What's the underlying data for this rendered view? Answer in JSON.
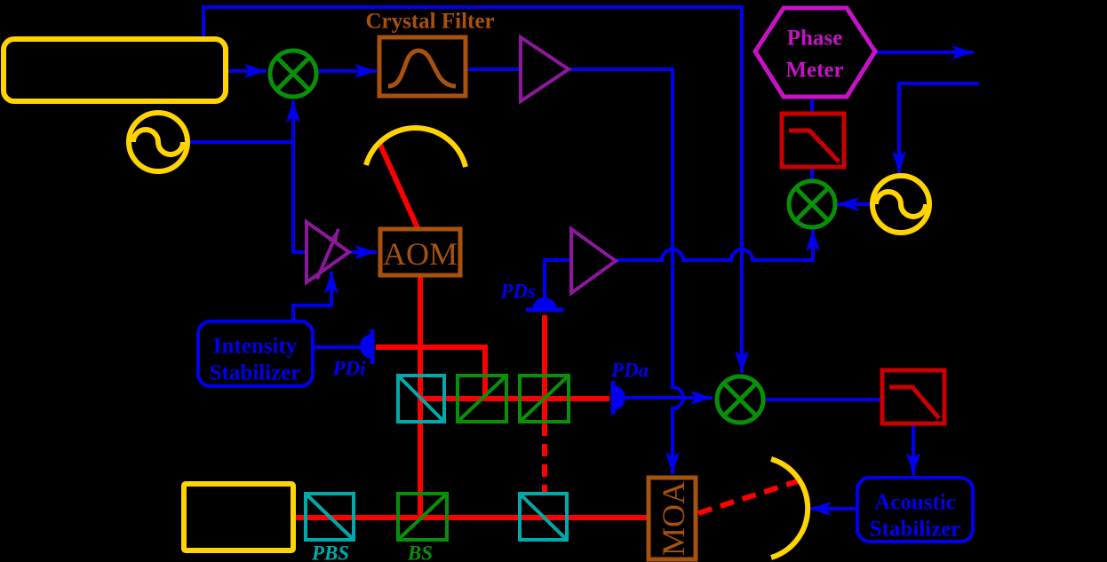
{
  "diagram": {
    "background": "#000000",
    "colors": {
      "signal_blue": "#0000ee",
      "beam_red": "#ff0000",
      "filter_red": "#c80000",
      "optics_yellow": "#ffd400",
      "mixer_green": "#089008",
      "pbs_teal": "#00aaaa",
      "amp_purple": "#8d189d",
      "meter_magenta": "#c613c6",
      "rf_brown": "#a8520e"
    },
    "labels": {
      "crystal_filter": "Crystal Filter",
      "phase_meter_line1": "Phase",
      "phase_meter_line2": "Meter",
      "aom": "AOM",
      "intensity_stabilizer_line1": "Intensity",
      "intensity_stabilizer_line2": "Stabilizer",
      "acoustic_stabilizer_line1": "Acoustic",
      "acoustic_stabilizer_line2": "Stabilizer",
      "pd_intensity": "PDi",
      "pd_signal": "PDs",
      "pd_aom": "PDa",
      "pbs": "PBS",
      "bs": "BS"
    }
  }
}
